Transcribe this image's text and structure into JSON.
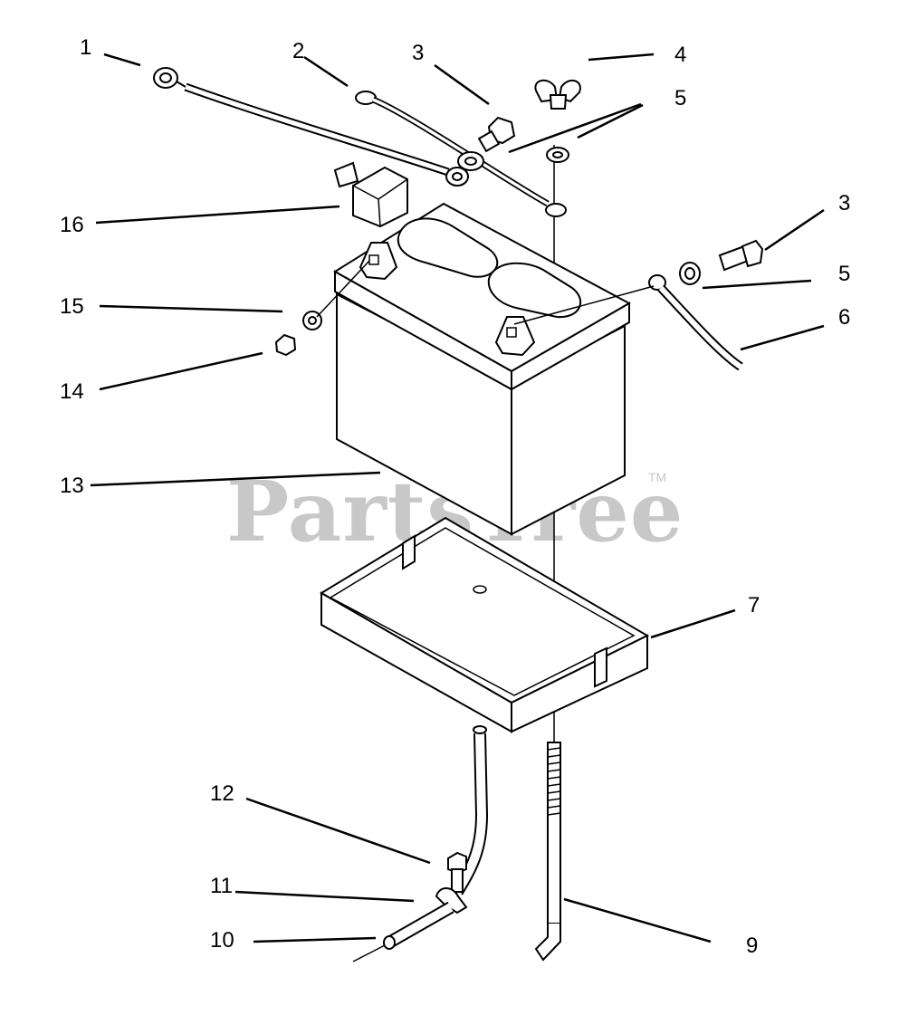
{
  "diagram": {
    "callouts": [
      "1",
      "2",
      "3",
      "4",
      "5",
      "16",
      "3",
      "5",
      "15",
      "6",
      "14",
      "13",
      "7",
      "12",
      "11",
      "10",
      "9"
    ]
  },
  "watermark": {
    "text": "PartsTree",
    "mark": "TM"
  }
}
